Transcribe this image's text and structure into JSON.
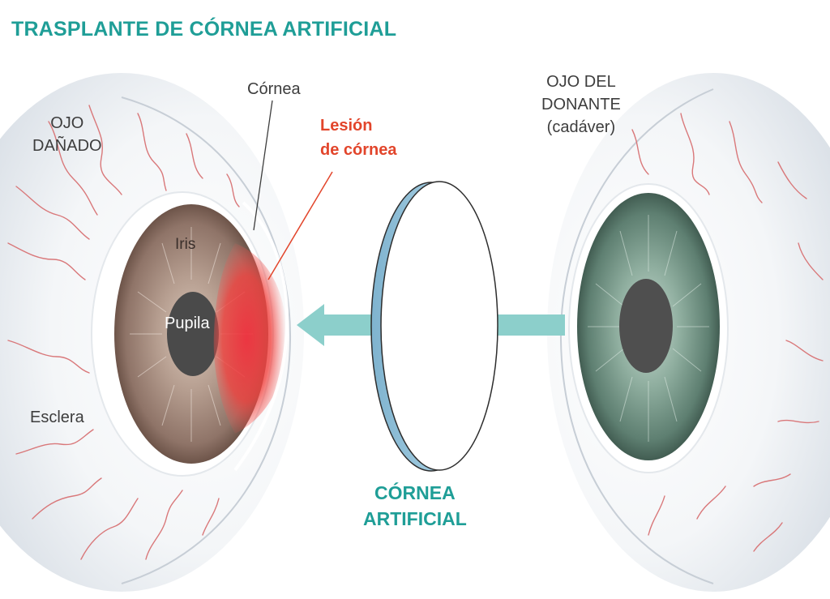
{
  "title": "TRASPLANTE DE CÓRNEA ARTIFICIAL",
  "labels": {
    "damaged_eye": [
      "OJO",
      "DAÑADO"
    ],
    "cornea": "Córnea",
    "lesion": [
      "Lesión",
      "de córnea"
    ],
    "iris": "Iris",
    "pupil": "Pupila",
    "sclera": "Esclera",
    "donor_eye": [
      "OJO DEL",
      "DONANTE",
      "(cadáver)"
    ],
    "artificial_cornea": [
      "CÓRNEA",
      "ARTIFICIAL"
    ]
  },
  "colors": {
    "accent_teal": "#1f9e97",
    "lesion_red": "#e2452b",
    "arrow_teal": "#8ccfcb",
    "damaged_iris": "#9e8275",
    "donor_iris": "#6f9385",
    "pupil": "#4a4a4a",
    "vein_red": "#d9787a",
    "sclera_shadow": "#dfe4ea"
  }
}
